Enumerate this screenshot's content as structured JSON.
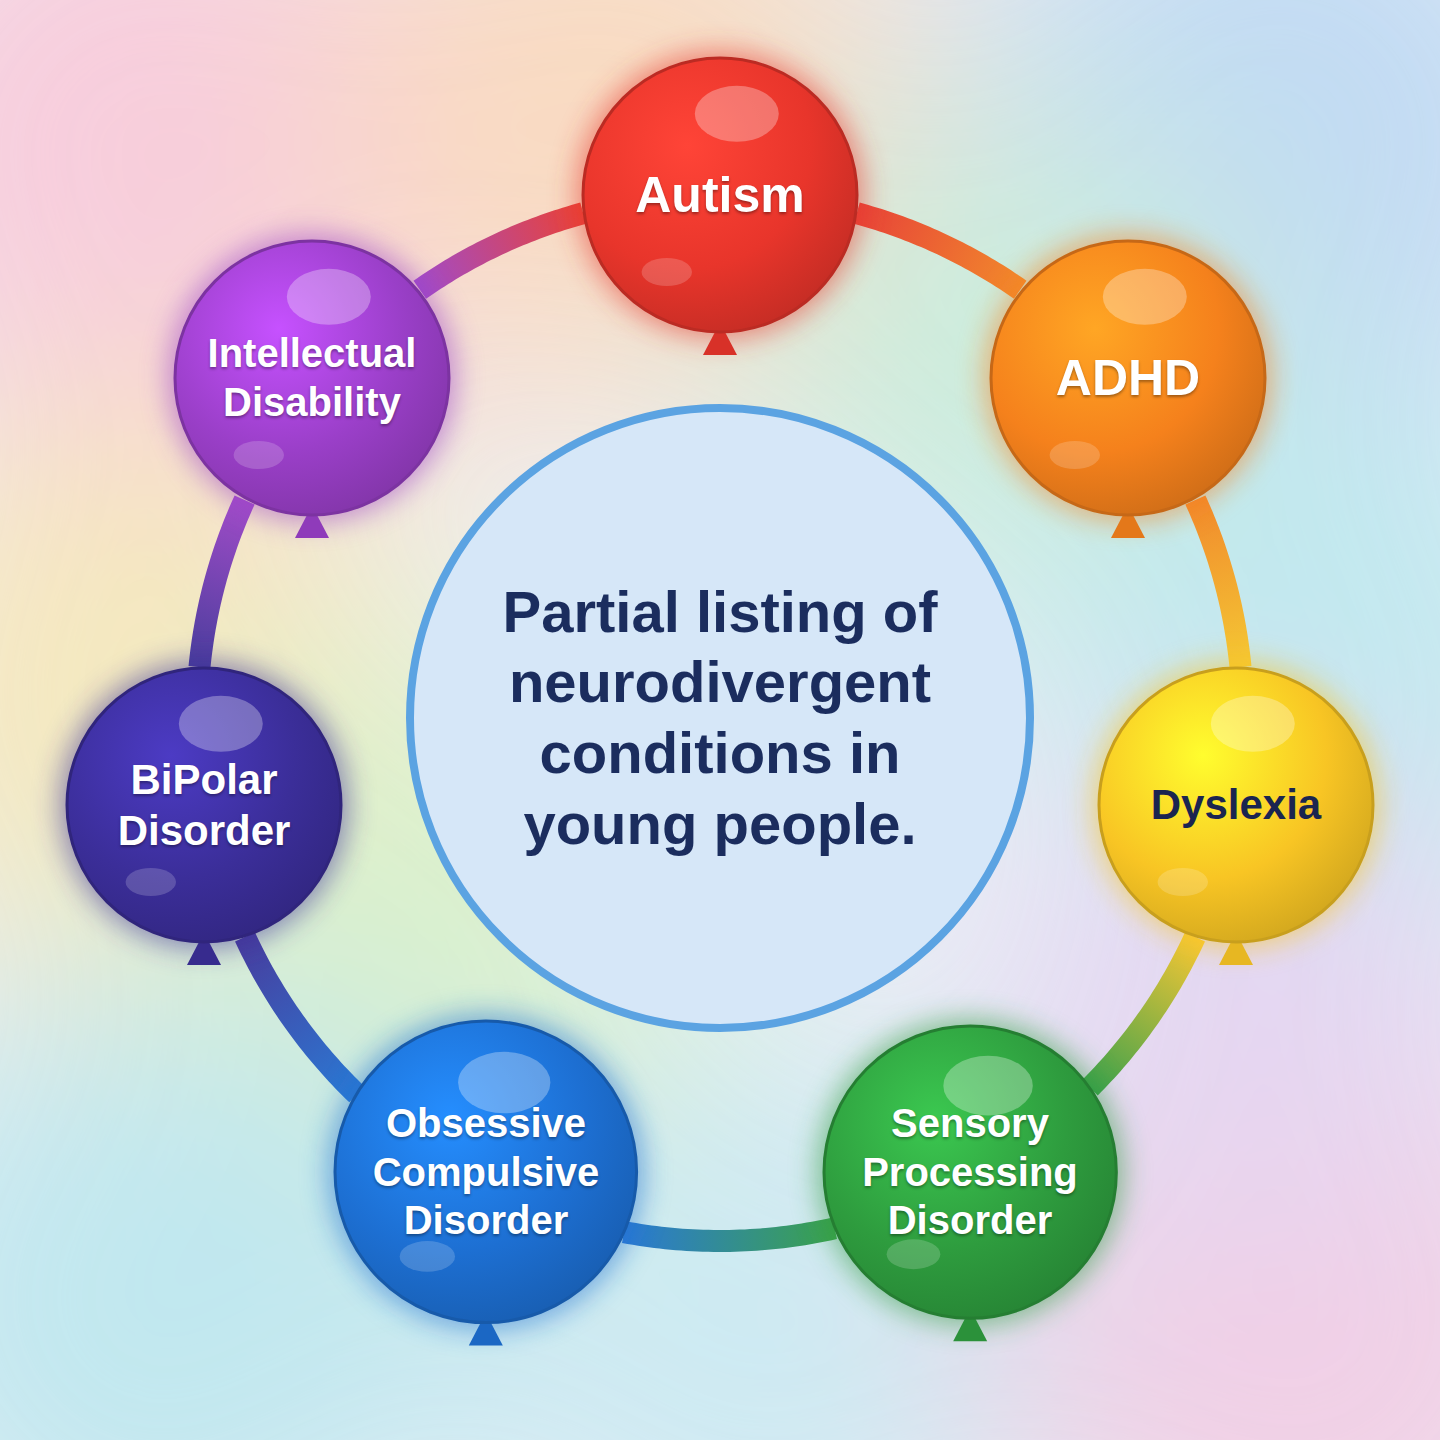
{
  "diagram": {
    "nodes": [
      {
        "text": [
          "Partial listing of neurodivergent conditions in young people."
        ]
      },
      {
        "text": [
          "Autism"
        ]
      },
      {
        "text": [
          "ADHD"
        ]
      },
      {
        "text": [
          "Dyslexia"
        ]
      },
      {
        "text": [
          "Sensory Processing Disorder"
        ]
      },
      {
        "text": [
          "Obsessive Compulsive Disorder"
        ]
      },
      {
        "text": [
          "BiPolar Disorder"
        ]
      },
      {
        "text": [
          "Intellectual Disability"
        ]
      }
    ],
    "edges": [
      {
        "from": 1,
        "to": 2,
        "arrow": "none"
      },
      {
        "from": 2,
        "to": 3,
        "arrow": "none"
      },
      {
        "from": 3,
        "to": 4,
        "arrow": "none"
      },
      {
        "from": 4,
        "to": 5,
        "arrow": "none"
      },
      {
        "from": 5,
        "to": 6,
        "arrow": "none"
      },
      {
        "from": 6,
        "to": 7,
        "arrow": "none"
      },
      {
        "from": 7,
        "to": 1,
        "arrow": "none"
      }
    ]
  }
}
